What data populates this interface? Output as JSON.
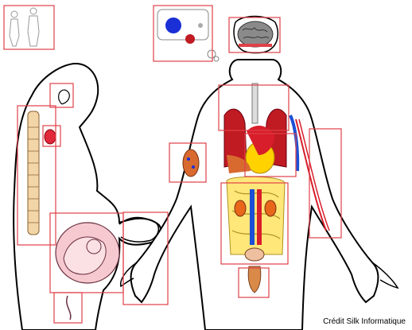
{
  "credit": "Crédit Silk Informatique",
  "colors": {
    "frame": "#e04048",
    "outline": "#000000",
    "body_fill": "#ffffff",
    "artery": "#d81e2a",
    "vein": "#1a4fd6",
    "heart": "#ffd200",
    "lung": "#c01a22",
    "liver": "#d86a30",
    "intestine": "#ffe77a",
    "kidney": "#e8671a",
    "spine": "#f3d6a8",
    "fetus": "#f6c9d0",
    "microbe_blue": "#1a2fd6",
    "microbe_red": "#c01a22"
  },
  "zones": [
    {
      "name": "zone-family",
      "icon": "family-icon"
    },
    {
      "name": "zone-microbes",
      "icon": "microbes-icon"
    },
    {
      "name": "zone-brain",
      "icon": "brain-icon"
    },
    {
      "name": "zone-ear",
      "icon": "ear-icon"
    },
    {
      "name": "zone-thyroid",
      "icon": "thyroid-icon"
    },
    {
      "name": "zone-spine",
      "icon": "spine-icon"
    },
    {
      "name": "zone-chest",
      "icon": "heart-lungs-icon"
    },
    {
      "name": "zone-arm-cells",
      "icon": "cell-icon"
    },
    {
      "name": "zone-digestive",
      "icon": "intestine-icon"
    },
    {
      "name": "zone-circulation",
      "icon": "blood-vessel-icon"
    },
    {
      "name": "zone-pregnancy",
      "icon": "fetus-icon"
    },
    {
      "name": "zone-belly",
      "icon": "belly-icon"
    },
    {
      "name": "zone-umbilical",
      "icon": "umbilical-icon"
    },
    {
      "name": "zone-genital",
      "icon": "genital-icon"
    }
  ]
}
